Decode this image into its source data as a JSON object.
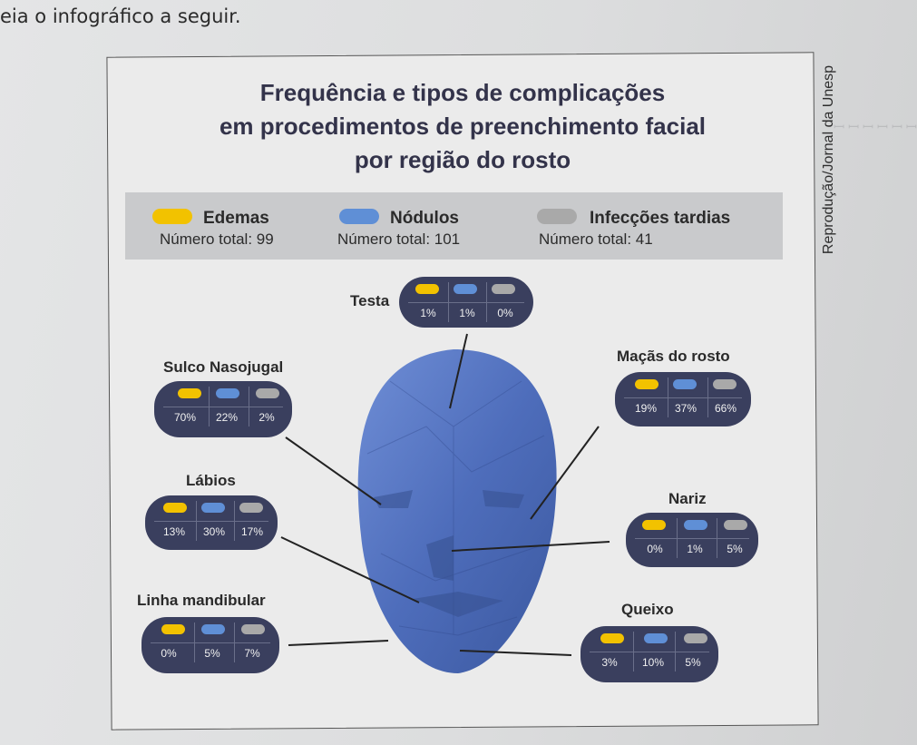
{
  "intro_text": "eia o infográfico a seguir.",
  "credit": "Reprodução/Jornal da Unesp",
  "title_lines": [
    "Frequência e tipos de complicações",
    "em procedimentos de preenchimento facial",
    "por região do rosto"
  ],
  "colors": {
    "edemas": "#f2c200",
    "nodulos": "#5f8fd6",
    "infeccoes": "#a9a9a9",
    "card_bg": "#3a3f5e",
    "face": "#5a79c8"
  },
  "legend": [
    {
      "name": "Edemas",
      "total": "Número total: 99",
      "color_key": "edemas"
    },
    {
      "name": "Nódulos",
      "total": "Número total: 101",
      "color_key": "nodulos"
    },
    {
      "name": "Infecções tardias",
      "total": "Número total: 41",
      "color_key": "infeccoes"
    }
  ],
  "regions": [
    {
      "id": "testa",
      "label": "Testa",
      "values": [
        "1%",
        "1%",
        "0%"
      ]
    },
    {
      "id": "sulco",
      "label": "Sulco Nasojugal",
      "values": [
        "70%",
        "22%",
        "2%"
      ]
    },
    {
      "id": "macas",
      "label": "Maçãs do rosto",
      "values": [
        "19%",
        "37%",
        "66%"
      ]
    },
    {
      "id": "labios",
      "label": "Lábios",
      "values": [
        "13%",
        "30%",
        "17%"
      ]
    },
    {
      "id": "nariz",
      "label": "Nariz",
      "values": [
        "0%",
        "1%",
        "5%"
      ]
    },
    {
      "id": "mandibula",
      "label": "Linha mandibular",
      "values": [
        "0%",
        "5%",
        "7%"
      ]
    },
    {
      "id": "queixo",
      "label": "Queixo",
      "values": [
        "3%",
        "10%",
        "5%"
      ]
    }
  ]
}
